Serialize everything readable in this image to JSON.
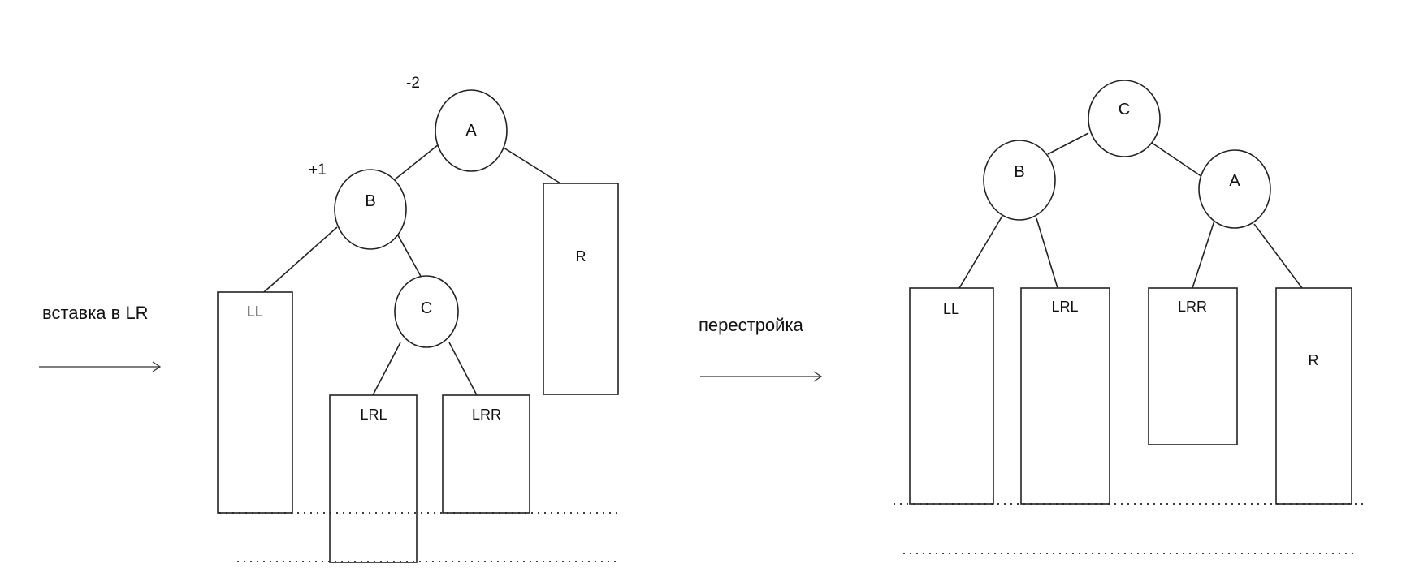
{
  "left_tree": {
    "caption": "вставка в LR",
    "balance_a": "-2",
    "balance_b": "+1",
    "nodes": {
      "a": "A",
      "b": "B",
      "c": "C"
    },
    "subtrees": {
      "ll": "LL",
      "lrl": "LRL",
      "lrr": "LRR",
      "r": "R"
    }
  },
  "right_tree": {
    "caption": "перестройка",
    "nodes": {
      "c": "C",
      "b": "B",
      "a": "A"
    },
    "subtrees": {
      "ll": "LL",
      "lrl": "LRL",
      "lrr": "LRR",
      "r": "R"
    }
  }
}
